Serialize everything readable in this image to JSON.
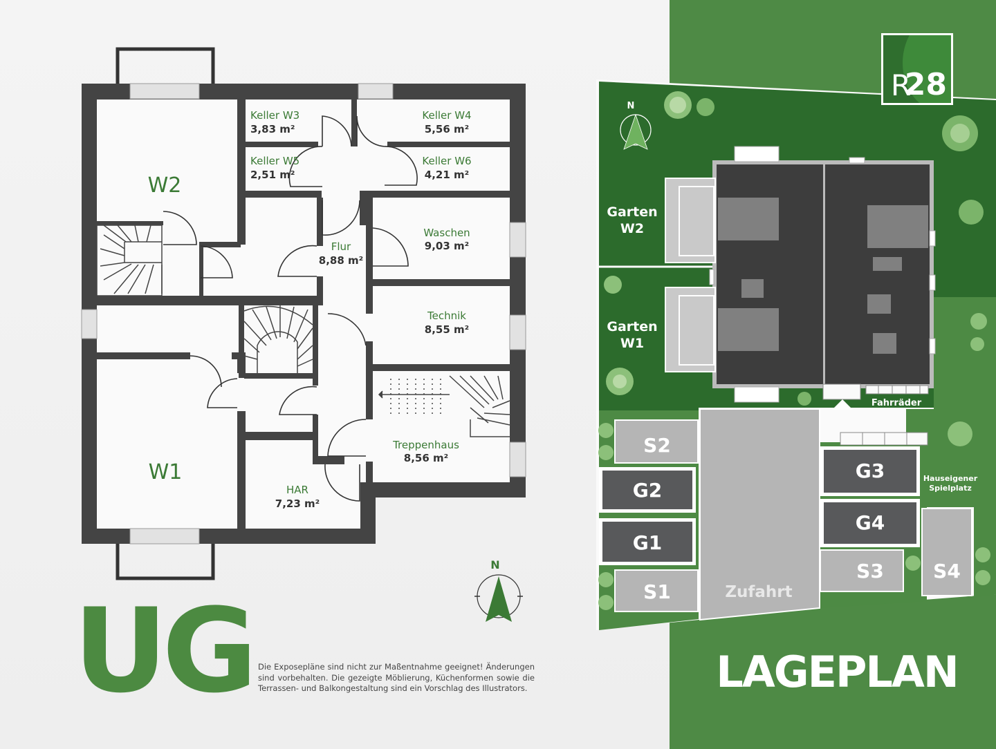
{
  "floor_plan": {
    "title": "UG",
    "rooms": {
      "w2": "W2",
      "w1": "W1",
      "keller_w3": {
        "label": "Keller W3",
        "area": "3,83 m²"
      },
      "keller_w4": {
        "label": "Keller W4",
        "area": "5,56 m²"
      },
      "keller_w5": {
        "label": "Keller W5",
        "area": "2,51 m²"
      },
      "keller_w6": {
        "label": "Keller W6",
        "area": "4,21 m²"
      },
      "flur": {
        "label": "Flur",
        "area": "8,88 m²"
      },
      "waschen": {
        "label": "Waschen",
        "area": "9,03 m²"
      },
      "technik": {
        "label": "Technik",
        "area": "8,55 m²"
      },
      "treppenhaus": {
        "label": "Treppenhaus",
        "area": "8,56 m²"
      },
      "har": {
        "label": "HAR",
        "area": "7,23 m²"
      }
    },
    "north": "N",
    "disclaimer": "Die Exposepläne sind nicht zur Maßentnahme geeignet! Änderungen sind vorbehalten. Die gezeigte Möblierung, Küchenformen sowie die Terrassen- und Balkongestaltung sind ein Vorschlag des Illustrators."
  },
  "site_plan": {
    "title": "LAGEPLAN",
    "logo": {
      "letter": "R",
      "number": "28"
    },
    "north": "N",
    "garten_w2": {
      "line1": "Garten",
      "line2": "W2"
    },
    "garten_w1": {
      "line1": "Garten",
      "line2": "W1"
    },
    "fahrraeder": "Fahrräder",
    "spielplatz": {
      "line1": "Hauseigener",
      "line2": "Spielplatz"
    },
    "zufahrt": "Zufahrt",
    "lots": {
      "s1": "S1",
      "s2": "S2",
      "s3": "S3",
      "s4": "S4",
      "g1": "G1",
      "g2": "G2",
      "g3": "G3",
      "g4": "G4"
    }
  },
  "colors": {
    "brand_green": "#4c8a41",
    "wall": "#444444",
    "dark_garden": "#2c6b2c",
    "garage": "#58595b",
    "parking": "#b5b5b5"
  }
}
